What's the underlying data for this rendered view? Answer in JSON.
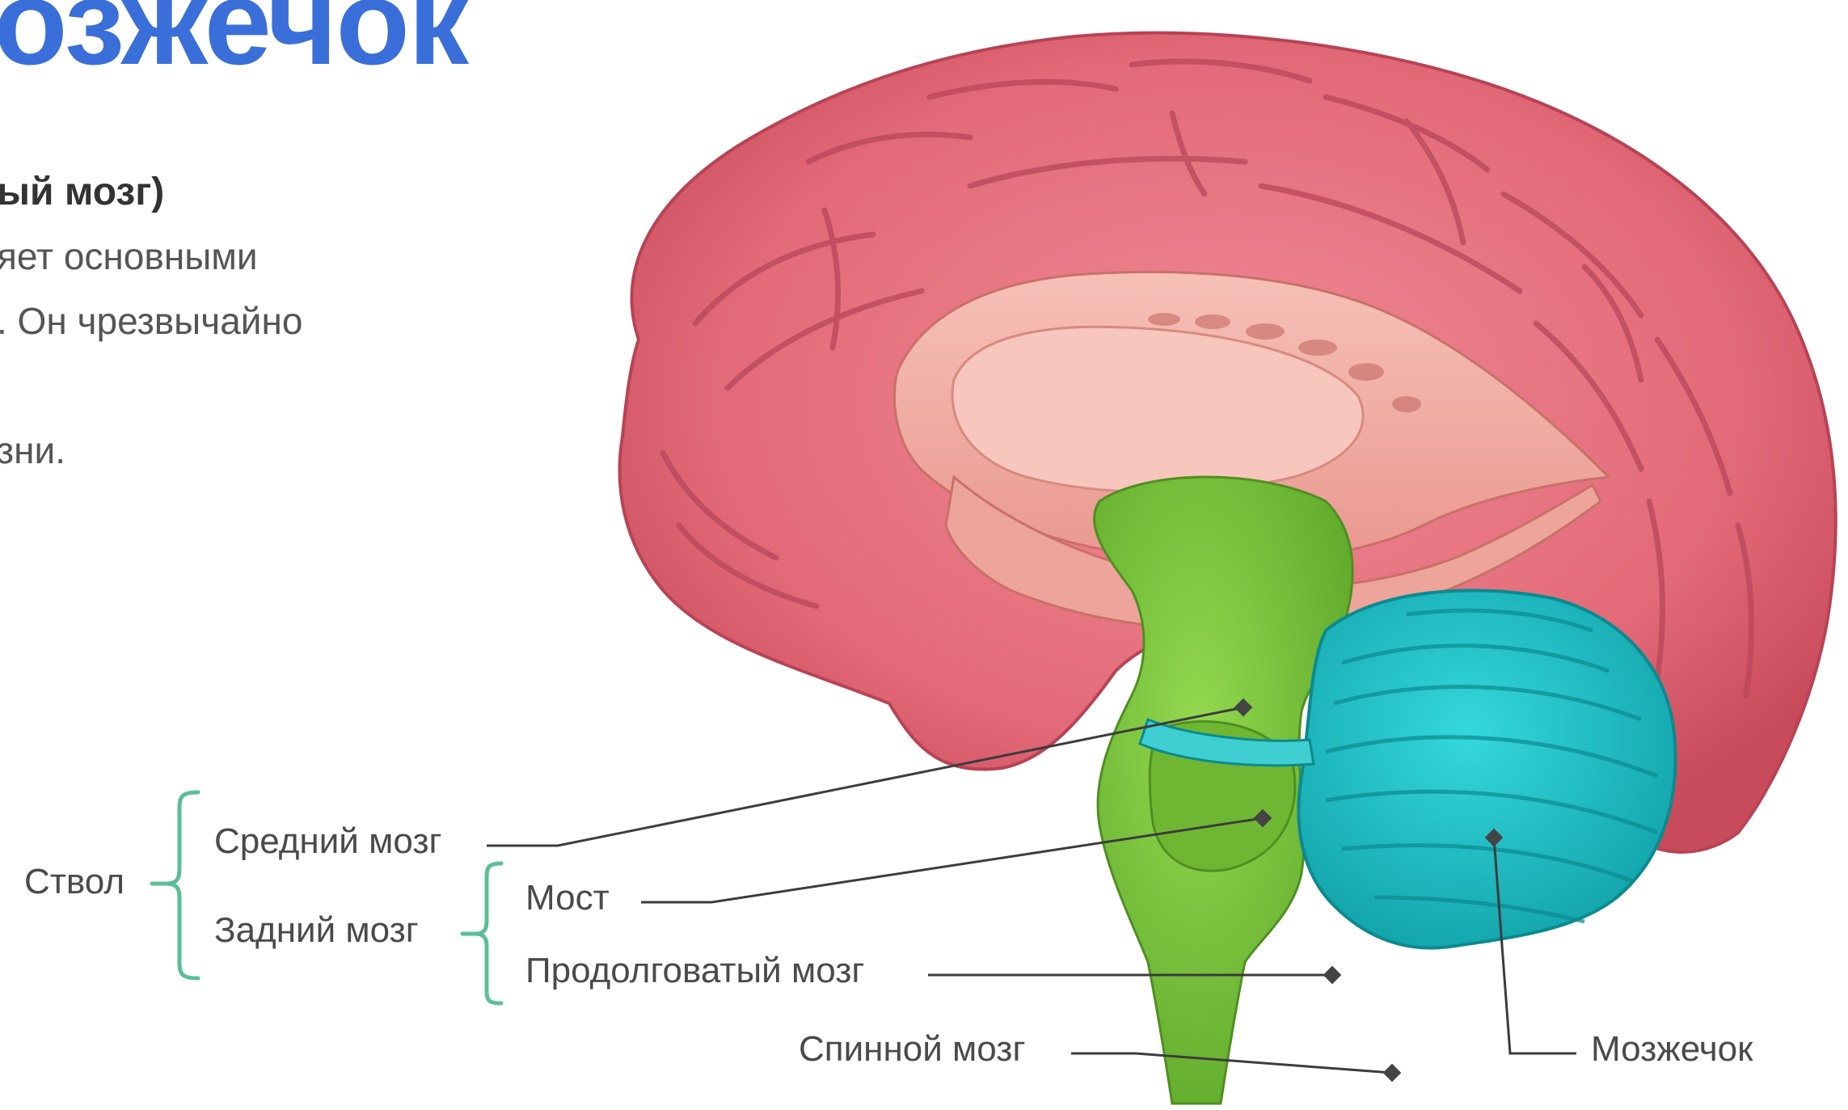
{
  "heading": {
    "title": "озжечок",
    "subtitle": "ый мозг)",
    "lines": [
      "яет основными",
      ". Он чрезвычайно",
      "зни."
    ]
  },
  "labels": {
    "stem": "Ствол",
    "midbrain": "Средний мозг",
    "hindbrain": "Задний мозг",
    "pons": "Мост",
    "medulla": "Продолговатый мозг",
    "spinal_cord": "Спинной мозг",
    "cerebellum": "Мозжечок"
  },
  "colors": {
    "title": "#3a6fd9",
    "cerebrum": "#e36a78",
    "limbic": "#efa9a0",
    "brainstem": "#7cc63a",
    "cerebellum": "#1bc2c6",
    "bracket": "#5bbf96",
    "leader": "#3c3c3c"
  }
}
